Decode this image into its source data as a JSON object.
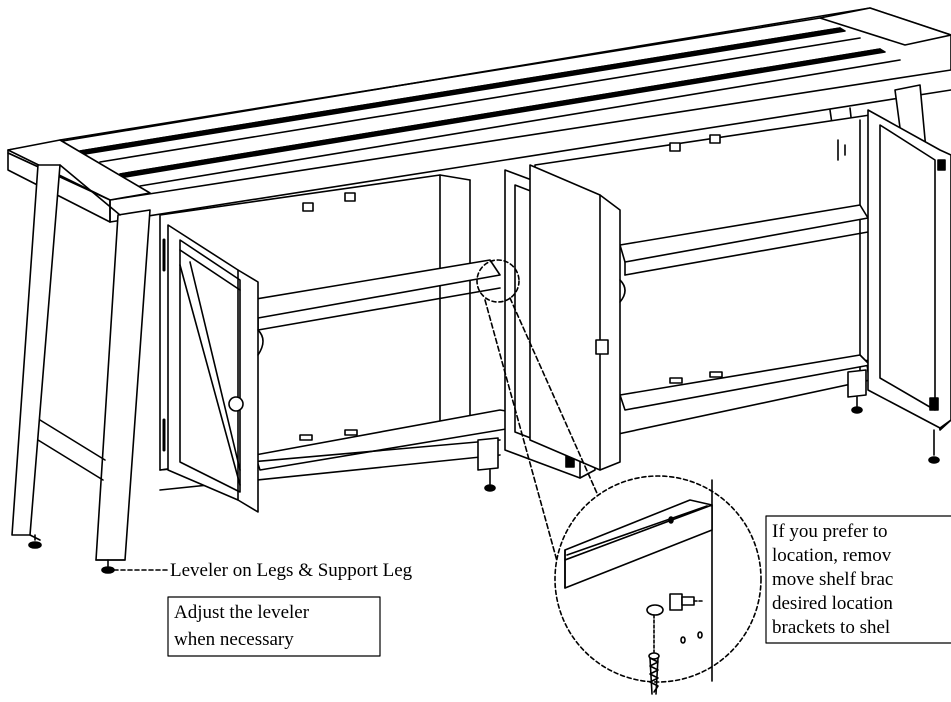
{
  "leveler_label": "Leveler on Legs & Support Leg",
  "adjust_note": {
    "line1": "Adjust the leveler",
    "line2": "when necessary"
  },
  "shelf_note": {
    "line1": "If you prefer to",
    "line2": "location, remov",
    "line3": "move shelf brac",
    "line4": "desired location",
    "line5": "brackets to shel"
  }
}
